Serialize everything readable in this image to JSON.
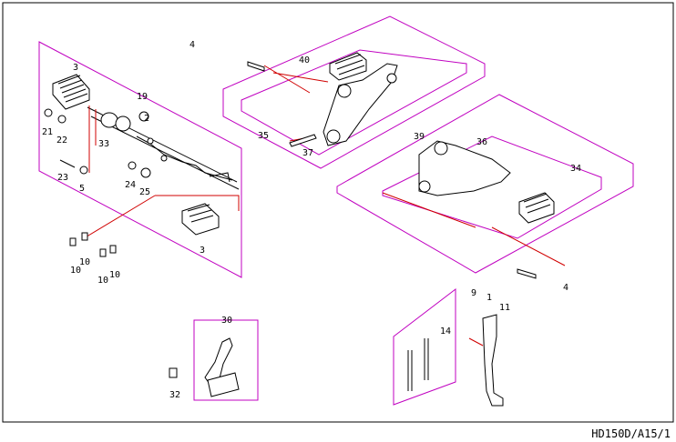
{
  "drawing_code": "HD150D/A15/1",
  "callouts": {
    "c1": "1",
    "c2": "2",
    "c3a": "3",
    "c3b": "3",
    "c4a": "4",
    "c4b": "4",
    "c5": "5",
    "c9": "9",
    "c10a": "10",
    "c10b": "10",
    "c10c": "10",
    "c10d": "10",
    "c11": "11",
    "c14": "14",
    "c19": "19",
    "c21": "21",
    "c22": "22",
    "c23": "23",
    "c24": "24",
    "c25": "25",
    "c30": "30",
    "c32": "32",
    "c33": "33",
    "c34": "34",
    "c35": "35",
    "c36": "36",
    "c37": "37",
    "c39": "39",
    "c40": "40"
  }
}
